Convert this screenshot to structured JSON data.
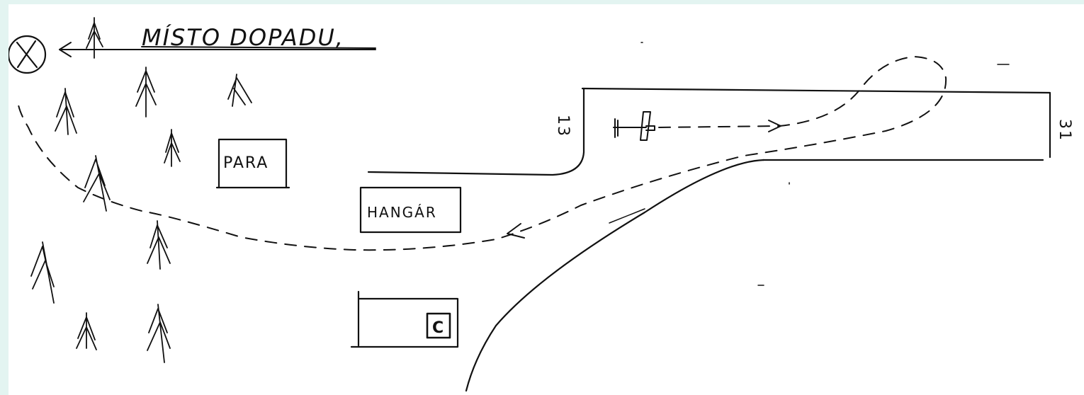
{
  "labels": {
    "impact_site": "MÍSTO DOPADU,",
    "para_building": "PARA",
    "hangar_building": "HANGÁR",
    "control_building": "C",
    "runway_end_west": "13",
    "runway_end_east": "31"
  }
}
